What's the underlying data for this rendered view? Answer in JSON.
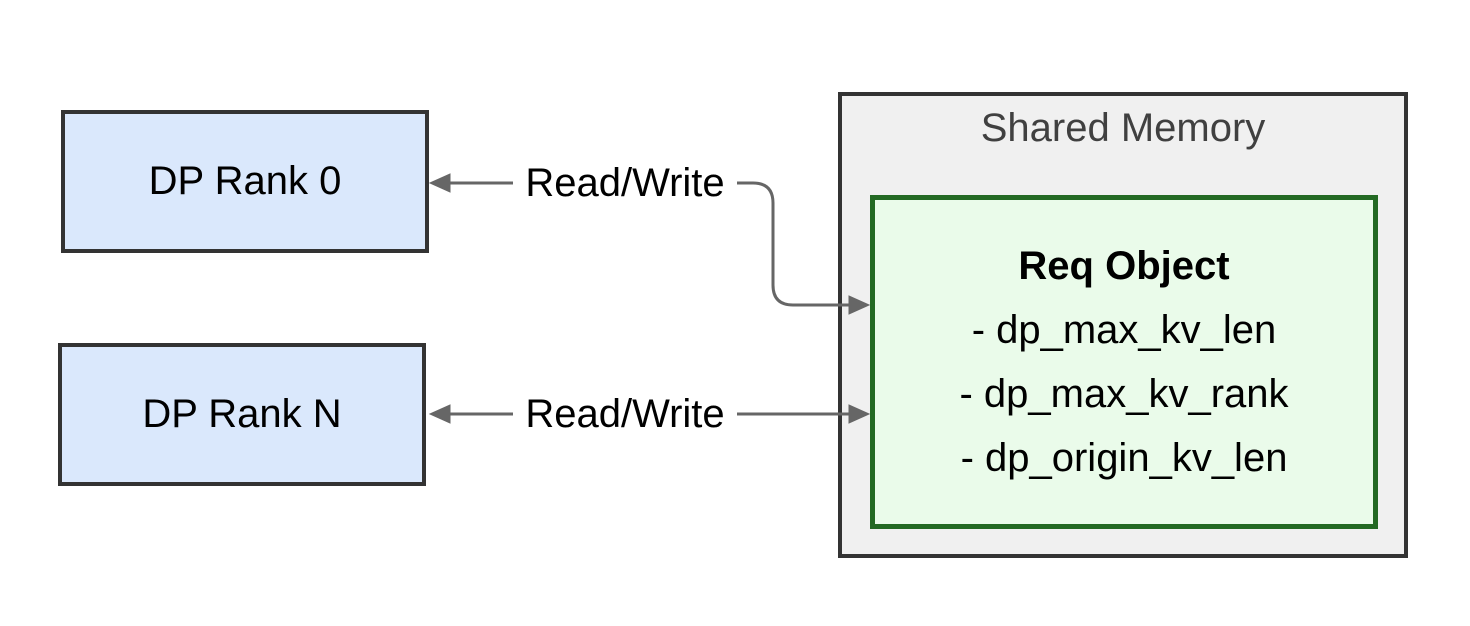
{
  "diagram": {
    "nodes": {
      "dp_rank_0": {
        "label": "DP Rank 0"
      },
      "dp_rank_n": {
        "label": "DP Rank N"
      },
      "shared_memory": {
        "label": "Shared Memory"
      },
      "req_object": {
        "title": "Req Object",
        "fields": [
          "- dp_max_kv_len",
          "- dp_max_kv_rank",
          "- dp_origin_kv_len"
        ]
      }
    },
    "edges": {
      "top": {
        "label": "Read/Write",
        "from": "req_object",
        "to": "dp_rank_0",
        "style": "bidirectional-elbow"
      },
      "bottom": {
        "label": "Read/Write",
        "from": "req_object",
        "to": "dp_rank_n",
        "style": "bidirectional-straight"
      }
    },
    "colors": {
      "rank_node_fill": "#dae8fc",
      "rank_node_border": "#333333",
      "shared_memory_fill": "#f0f0f0",
      "shared_memory_border": "#333333",
      "shared_memory_title_text": "#404040",
      "req_object_fill": "#eafbea",
      "req_object_border": "#236923",
      "arrow": "#666666",
      "text": "#000000",
      "background": "#ffffff"
    }
  }
}
